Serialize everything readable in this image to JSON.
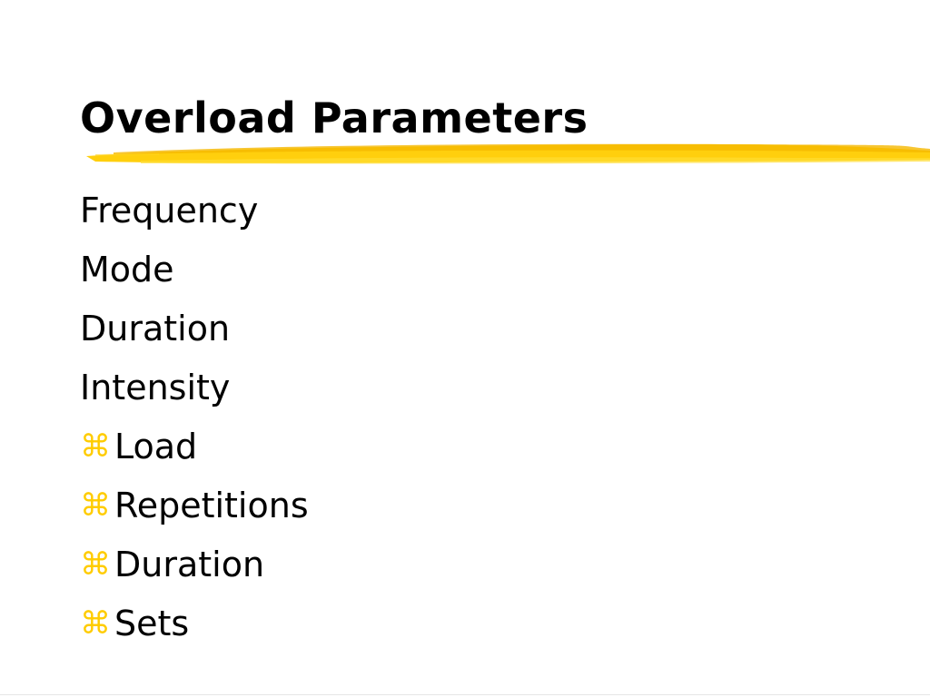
{
  "slide": {
    "title": "Overload Parameters",
    "accent_color": "#ffcc00",
    "items": [
      {
        "label": "Frequency",
        "bullet": ""
      },
      {
        "label": "Mode",
        "bullet": ""
      },
      {
        "label": "Duration",
        "bullet": ""
      },
      {
        "label": "Intensity",
        "bullet": ""
      },
      {
        "label": "Load",
        "bullet": "⌘"
      },
      {
        "label": "Repetitions",
        "bullet": "⌘"
      },
      {
        "label": "Duration",
        "bullet": "⌘"
      },
      {
        "label": "Sets",
        "bullet": "⌘"
      }
    ]
  }
}
